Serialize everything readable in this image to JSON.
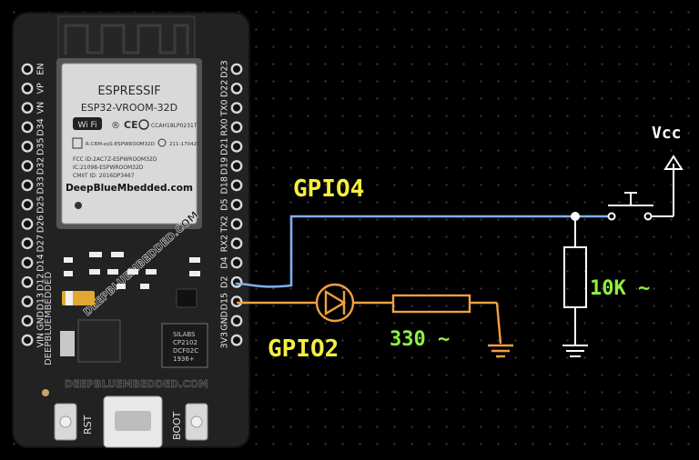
{
  "board": {
    "left_pins": [
      "EN",
      "VP",
      "VN",
      "D34",
      "D35",
      "D32",
      "D33",
      "D25",
      "D26",
      "D27",
      "D14",
      "D12",
      "D13",
      "GND",
      "VIN"
    ],
    "right_pins": [
      "D23",
      "D22",
      "TX0",
      "RX0",
      "D21",
      "D19",
      "D18",
      "D5",
      "TX2",
      "RX2",
      "D4",
      "D2",
      "D15",
      "GND",
      "3V3"
    ],
    "module_brand": "ESPRESSIF",
    "module_model": "ESP32-VROOM-32D",
    "wifi_mark": "Wi Fi",
    "cert_1": "CCAH18LP0231T",
    "cert_2": "R-CRM-esS-ESPWROOM32D",
    "cert_3": "211-170422",
    "fcc_line": "FCC ID:2AC7Z-ESPWROOM32D",
    "ic_line": "IC:21098-ESPWROOM32D",
    "cmiit_line": "CMIIT ID: 2016DP3467",
    "module_website": "DeepBlueMbedded.com",
    "diagonal_watermark": "DEEPBLUEMBEDDED.COM",
    "vertical_watermark": "DEEPBLUEMBEDDED",
    "bottom_watermark": "DEEPBLUEMBEDDED.COM",
    "chip_line_1": "SILABS",
    "chip_line_2": "CP2102",
    "chip_line_3": "DCF02C",
    "chip_line_4": "1936+",
    "rst_label": "RST",
    "boot_label": "BOOT"
  },
  "schematic": {
    "net_label_gpio4": "GPIO4",
    "net_label_gpio2": "GPIO2",
    "resistor_led": "330 ~",
    "resistor_pulldown": "10K ~",
    "vcc_label": "Vcc"
  },
  "colors": {
    "background": "#000000",
    "grid_dot": "#3a3a3a",
    "board": "#222222",
    "wire_gpio4": "#7fb0f0",
    "wire_gpio2": "#f0a040",
    "label_yellow": "#f4f040",
    "label_green": "#8ef040",
    "schematic_white": "#ffffff"
  }
}
